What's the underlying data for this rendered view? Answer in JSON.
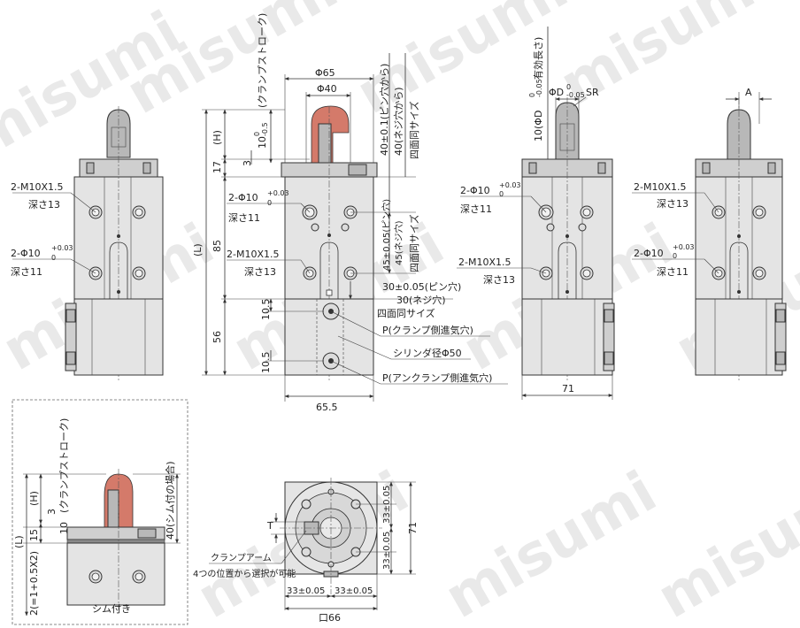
{
  "watermark": "misumi",
  "front_view": {
    "hole_label_1": "2-M10X1.5",
    "depth_1": "深さ13",
    "hole_label_2": "2-Φ10",
    "tol_2_upper": "+0.03",
    "tol_2_lower": "0",
    "depth_2": "深さ11"
  },
  "side_view": {
    "phi65": "Φ65",
    "phi40": "Φ40",
    "clamp_stroke": "(クランプストローク)",
    "stroke_val": "10",
    "stroke_tol_upper": "0",
    "stroke_tol_lower": "-0.5",
    "dim_H": "(H)",
    "dim_3": "3",
    "dim_17": "17",
    "dim_L": "(L)",
    "dim_85": "85",
    "dim_56": "56",
    "dim_105a": "10.5",
    "dim_105b": "10.5",
    "dim_655": "65.5",
    "pin_hole_label": "2-Φ10",
    "pin_tol_upper": "+0.03",
    "pin_tol_lower": "0",
    "pin_depth": "深さ11",
    "m10_label": "2-M10X1.5",
    "m10_depth": "深さ13",
    "dim_40_pin": "40±0.1(ピン穴から)",
    "dim_40_screw": "40(ネジ穴から)",
    "four_sides_1": "四面同サイズ",
    "dim_45_pin": "45±0.05(ピン穴)",
    "dim_45_screw": "45(ネジ穴)",
    "four_sides_2": "四面同サイズ",
    "dim_30_pin": "30±0.05(ピン穴)",
    "dim_30_screw": "30(ネジ穴)",
    "four_sides_3": "四面同サイズ",
    "port_clamp": "P(クランプ側進気穴)",
    "cylinder_bore": "シリンダ径Φ50",
    "port_unclamp": "P(アンクランプ側進気穴)"
  },
  "right_view_1": {
    "effective_length": "10(ΦD",
    "eff_tol_upper": "0",
    "eff_tol_lower": "-0.05",
    "eff_suffix": "有効長さ)",
    "phiD": "ΦD",
    "phiD_tol_upper": "0",
    "phiD_tol_lower": "-0.05",
    "sr": "SR",
    "pin_label": "2-Φ10",
    "pin_tol_upper": "+0.03",
    "pin_tol_lower": "0",
    "pin_depth": "深さ11",
    "m10_label": "2-M10X1.5",
    "m10_depth": "深さ13",
    "dim_71": "71"
  },
  "right_view_2": {
    "dim_A": "A",
    "m10_label": "2-M10X1.5",
    "m10_depth": "深さ13",
    "pin_label": "2-Φ10",
    "pin_tol_upper": "+0.03",
    "pin_tol_lower": "0",
    "pin_depth": "深さ11"
  },
  "shim_view": {
    "clamp_stroke": "(クランプストローク)",
    "shim_case": "40(シム付の場合)",
    "dim_H": "(H)",
    "dim_3": "3",
    "dim_10": "10",
    "dim_15": "15",
    "dim_L": "(L)",
    "dim_shim": "2(=1+0.5X2)",
    "caption": "シム付き"
  },
  "top_view": {
    "dim_T": "T",
    "clamp_arm": "クランプアーム",
    "clamp_note": "4つの位置から選択が可能",
    "dim_33a": "33±0.05",
    "dim_33b": "33±0.05",
    "dim_33c": "33±0.05",
    "dim_33d": "33±0.05",
    "dim_71": "71",
    "dim_66": "口66"
  }
}
